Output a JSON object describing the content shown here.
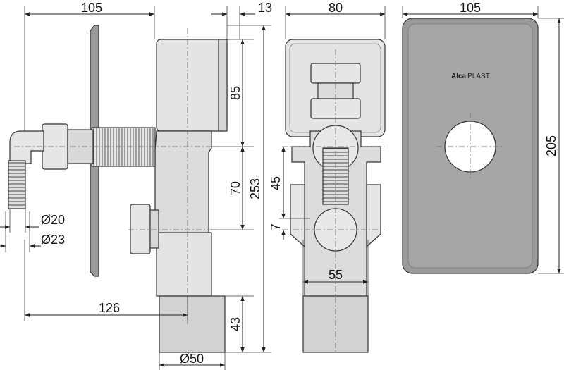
{
  "brand": {
    "name": "Alca",
    "suffix": "PLAST"
  },
  "colors": {
    "plate": "#9a9a9a",
    "plate_inner": "#a6a6a6",
    "body": "#dcdcdc",
    "body_light": "#e9e9e9",
    "outline": "#333333",
    "dim": "#222222"
  },
  "dimensions": {
    "side_view": {
      "width_top": "105",
      "plate_thickness": "13",
      "cover_height": "85",
      "mid_height": "70",
      "total_height": "253",
      "outlet_height": "43",
      "inlet_depth": "126",
      "inlet_d20": "Ø20",
      "inlet_d23": "Ø23",
      "outlet_d50": "Ø50"
    },
    "front_view": {
      "width": "80",
      "height_45": "45",
      "offset_7": "7",
      "width_55": "55"
    },
    "plate_view": {
      "width": "105",
      "height": "205"
    }
  }
}
